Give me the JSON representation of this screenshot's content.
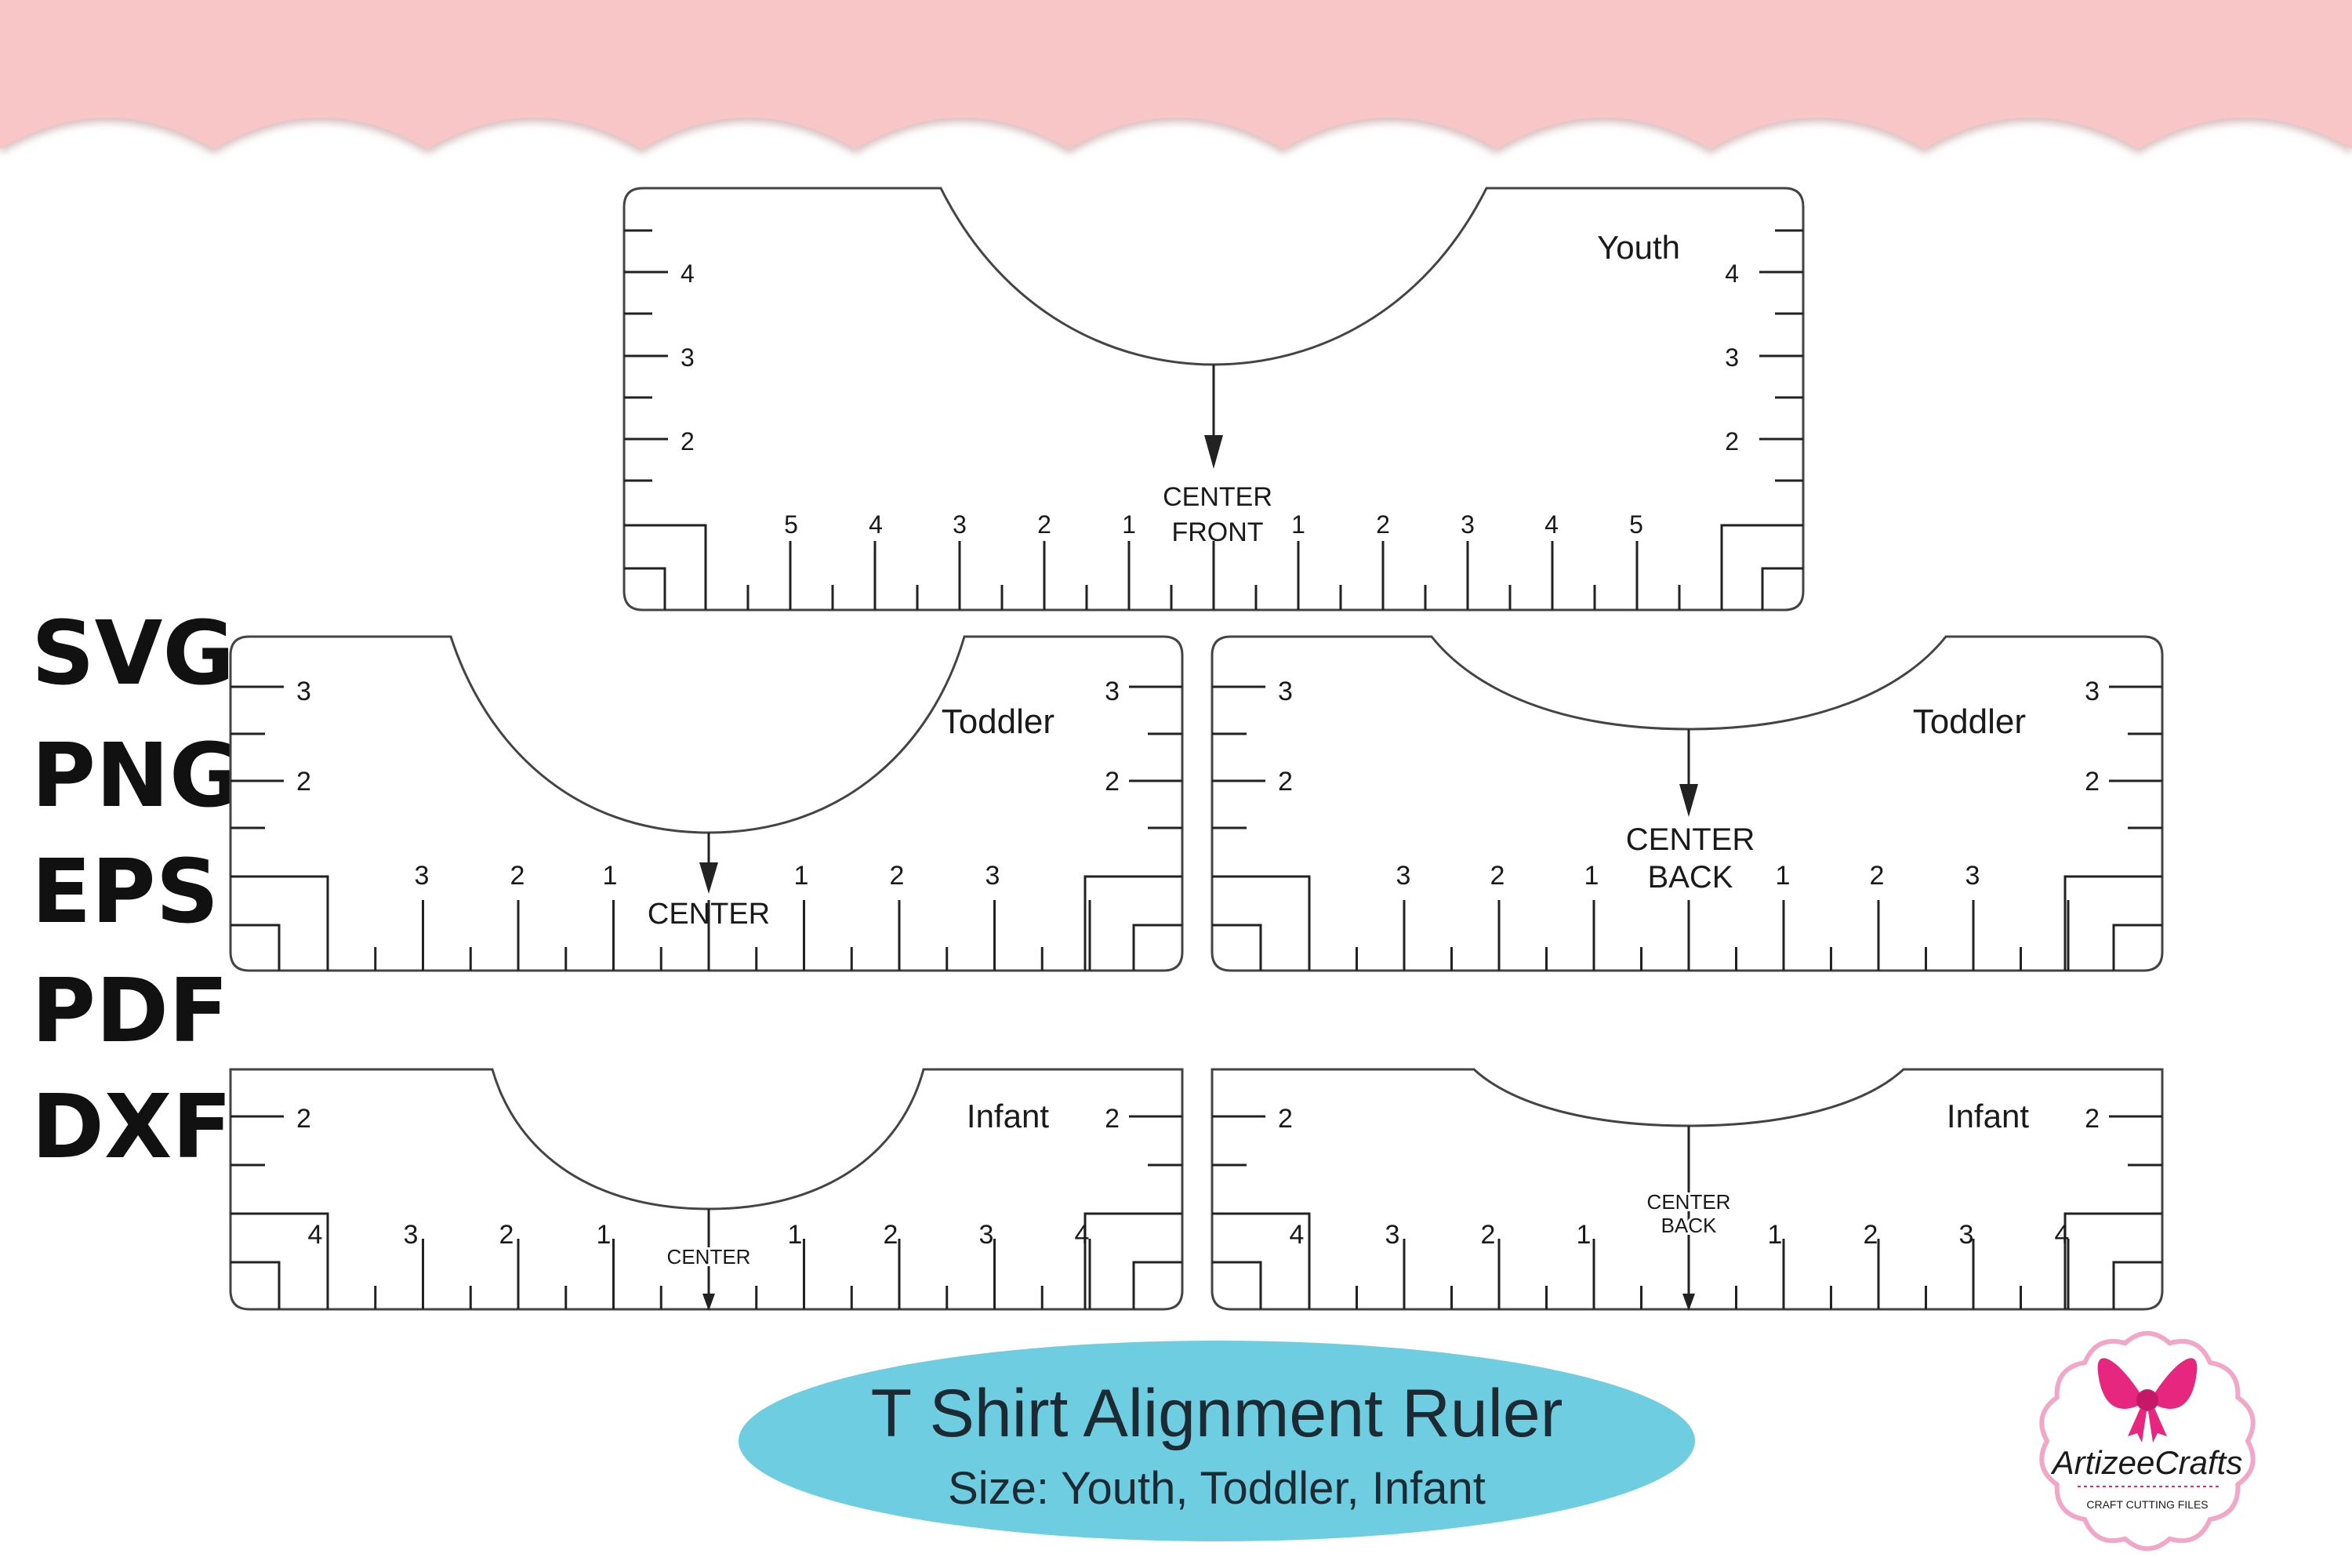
{
  "colors": {
    "scallop": "#f8c6c6",
    "scallop_shadow": "#d9a3a3",
    "ruler_stroke": "#444444",
    "tick": "#222222",
    "banner": "#6ecde0",
    "logo_pink": "#e6267f",
    "logo_border": "#f2a6c8"
  },
  "formats": [
    "SVG",
    "PNG",
    "EPS",
    "PDF",
    "DXF"
  ],
  "youth": {
    "size_label": "Youth",
    "side_numbers": [
      "4",
      "3",
      "2"
    ],
    "bottom_numbers": [
      "5",
      "4",
      "3",
      "2",
      "1",
      "1",
      "2",
      "3",
      "4",
      "5"
    ],
    "center_line1": "CENTER",
    "center_line2": "FRONT"
  },
  "toddler_front": {
    "size_label": "Toddler",
    "side_numbers": [
      "3",
      "2"
    ],
    "bottom_numbers": [
      "3",
      "2",
      "1",
      "1",
      "2",
      "3"
    ],
    "center_line1": "CENTER",
    "center_line2": ""
  },
  "toddler_back": {
    "size_label": "Toddler",
    "side_numbers": [
      "3",
      "2"
    ],
    "bottom_numbers": [
      "3",
      "2",
      "1",
      "1",
      "2",
      "3"
    ],
    "center_line1": "CENTER",
    "center_line2": "BACK"
  },
  "infant_front": {
    "size_label": "Infant",
    "side_numbers": [
      "2"
    ],
    "bottom_numbers": [
      "4",
      "3",
      "2",
      "1",
      "1",
      "2",
      "3",
      "4"
    ],
    "center_line1": "CENTER",
    "center_line2": ""
  },
  "infant_back": {
    "size_label": "Infant",
    "side_numbers": [
      "2"
    ],
    "bottom_numbers": [
      "4",
      "3",
      "2",
      "1",
      "1",
      "2",
      "3",
      "4"
    ],
    "center_line1": "CENTER",
    "center_line2": "BACK"
  },
  "banner": {
    "title": "T Shirt Alignment Ruler",
    "subtitle": "Size: Youth, Toddler, Infant"
  },
  "logo": {
    "brand": "ArtizeeCrafts",
    "tagline": "CRAFT CUTTING FILES"
  }
}
